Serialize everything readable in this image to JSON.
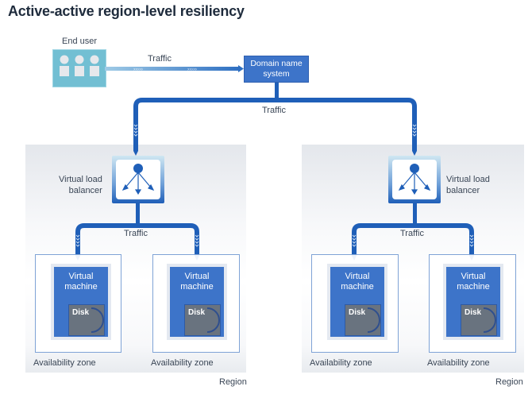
{
  "title": "Active-active region-level resiliency",
  "colors": {
    "primary_blue": "#1f5fb8",
    "vm_blue": "#3d74c9",
    "end_user_teal": "#72bfd3",
    "disk_gray": "#69737f",
    "region_bg": "#e8ebef",
    "az_border": "#7fa3d6"
  },
  "end_user": {
    "label": "End user",
    "icon": "users-group-icon",
    "user_count": 3
  },
  "traffic_labels": {
    "user_to_dns": "Traffic",
    "dns_to_regions": "Traffic"
  },
  "dns": {
    "label_line1": "Domain name",
    "label_line2": "system"
  },
  "regions": [
    {
      "label": "Region",
      "load_balancer": {
        "label_line1": "Virtual load",
        "label_line2": "balancer",
        "icon": "load-balancer-icon"
      },
      "traffic_label": "Traffic",
      "zones": [
        {
          "label": "Availability zone",
          "vm": {
            "line1": "Virtual",
            "line2": "machine",
            "disk": "Disk"
          }
        },
        {
          "label": "Availability zone",
          "vm": {
            "line1": "Virtual",
            "line2": "machine",
            "disk": "Disk"
          }
        }
      ]
    },
    {
      "label": "Region",
      "load_balancer": {
        "label_line1": "Virtual load",
        "label_line2": "balancer",
        "icon": "load-balancer-icon"
      },
      "traffic_label": "Traffic",
      "zones": [
        {
          "label": "Availability zone",
          "vm": {
            "line1": "Virtual",
            "line2": "machine",
            "disk": "Disk"
          }
        },
        {
          "label": "Availability zone",
          "vm": {
            "line1": "Virtual",
            "line2": "machine",
            "disk": "Disk"
          }
        }
      ]
    }
  ]
}
